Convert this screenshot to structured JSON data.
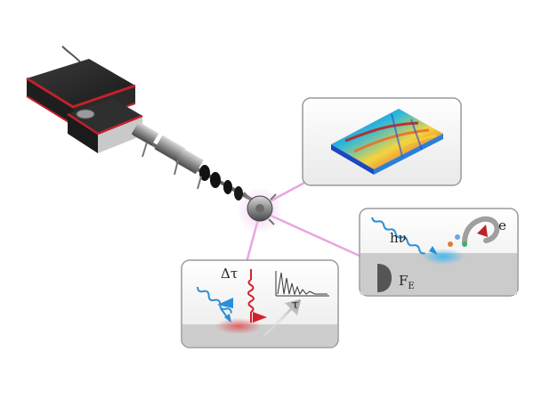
{
  "panels": {
    "photoemission": {
      "photon_label": "hν",
      "electron_label": "e",
      "fermi_label": "F",
      "fermi_subscript": "E"
    },
    "time_resolved": {
      "delay_label": "Δτ",
      "axis_label": "τ"
    },
    "band_map": {}
  },
  "colors": {
    "instrument_red": "#c0222a",
    "instrument_dark": "#2b2b2b",
    "connector_pink": "#e8a6df",
    "pulse_blue": "#2a8fd6",
    "pulse_red": "#d4202a",
    "glow_blue": "#3fb6f0",
    "glow_red": "#e0555a",
    "surface_grey": "#c9c9c9",
    "panel_bg": "#f4f4f4",
    "panel_border": "#9a9a9a"
  }
}
